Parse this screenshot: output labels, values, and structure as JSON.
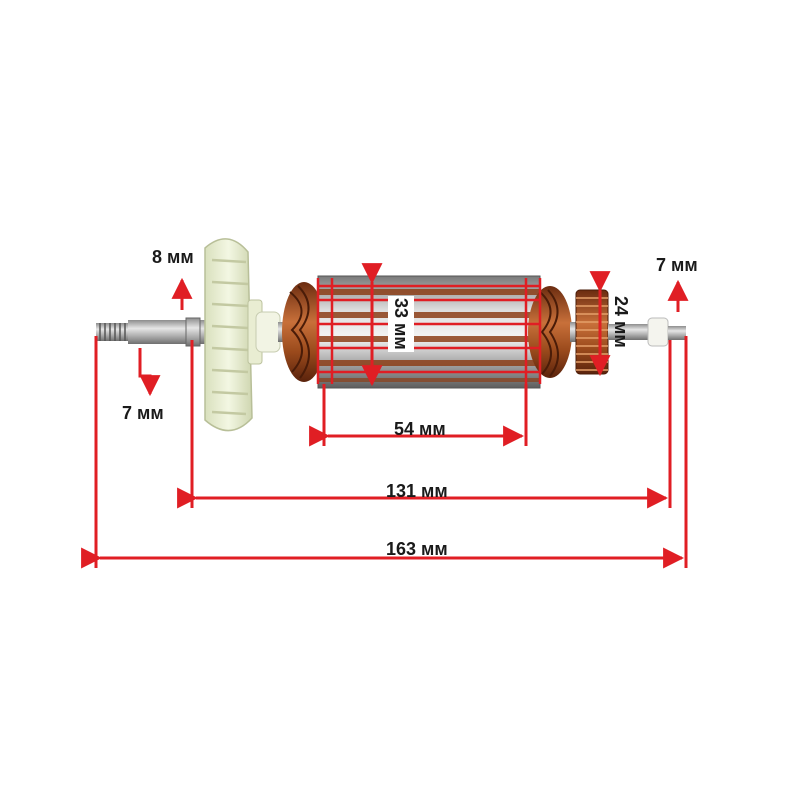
{
  "colors": {
    "dimension": "#e01e24",
    "copper": "#b0561f",
    "steel": "#c9c9c9",
    "fan": "#eef3d8"
  },
  "dimensions": {
    "fan_shaft_diameter": "8 мм",
    "drive_shaft_diameter": "7 мм",
    "rear_shaft_diameter": "7 мм",
    "core_diameter": "33 мм",
    "commutator_diameter": "24 мм",
    "core_length": "54 мм",
    "bearing_span": "131 мм",
    "total_length": "163 мм"
  }
}
